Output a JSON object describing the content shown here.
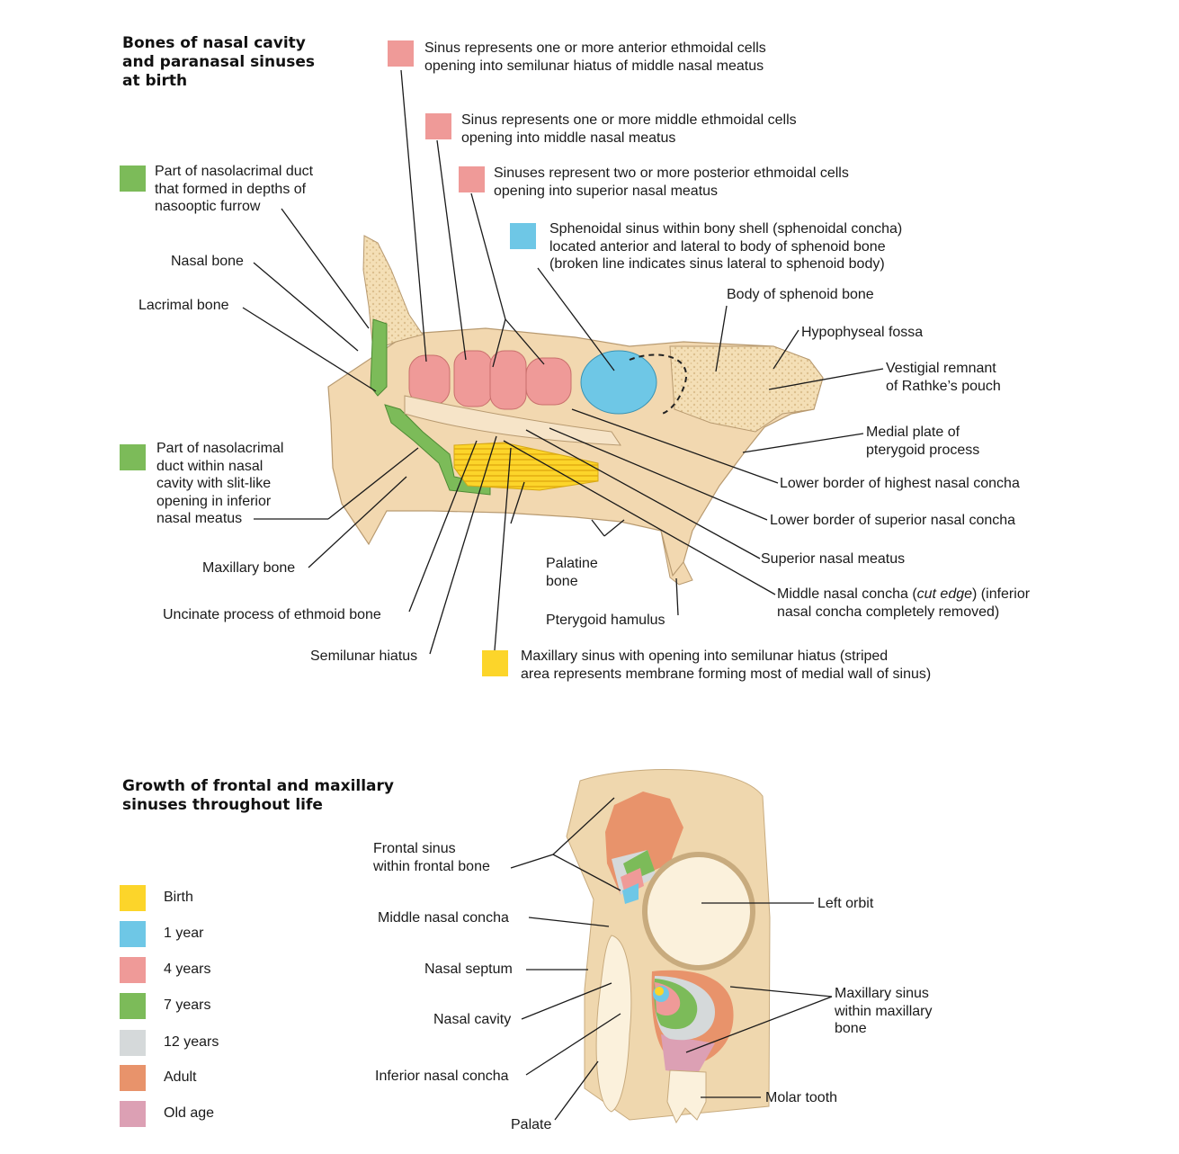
{
  "top": {
    "title": "Bones of nasal cavity\nand paranasal sinuses\nat birth",
    "legend": [
      {
        "color": "#ef9a98",
        "text": "Sinus represents one or more anterior ethmoidal cells\nopening into semilunar hiatus of middle nasal meatus"
      },
      {
        "color": "#ef9a98",
        "text": "Sinus represents one or more middle ethmoidal cells\nopening into middle nasal meatus"
      },
      {
        "color": "#ef9a98",
        "text": "Sinuses represent two or more posterior ethmoidal cells\nopening into superior nasal meatus"
      },
      {
        "color": "#6ec7e6",
        "text": "Sphenoidal sinus within bony shell (sphenoidal concha)\nlocated anterior and lateral to body of sphenoid bone\n(broken line indicates sinus lateral to sphenoid body)"
      },
      {
        "color": "#7cbb59",
        "text": "Part of nasolacrimal duct\nthat formed in depths of\nnasooptic furrow"
      },
      {
        "color": "#7cbb59",
        "text": "Part of nasolacrimal\nduct within nasal\ncavity with slit-like\nopening in inferior\nnasal meatus"
      },
      {
        "color": "#fcd52a",
        "text": "Maxillary sinus with opening into semilunar hiatus (striped\narea represents membrane forming most of medial wall of sinus)"
      }
    ],
    "labels": {
      "body_sphenoid": "Body of sphenoid bone",
      "hypophyseal": "Hypophyseal fossa",
      "rathke": "Vestigial remnant\nof Rathke’s pouch",
      "medial_plate": "Medial plate of\npterygoid process",
      "highest_concha": "Lower border of highest nasal concha",
      "superior_concha": "Lower border of superior nasal concha",
      "superior_meatus": "Superior nasal meatus",
      "middle_concha_a": "Middle nasal concha (",
      "middle_concha_cut": "cut edge",
      "middle_concha_b": ") (inferior\nnasal concha completely removed)",
      "nasal_bone": "Nasal bone",
      "lacrimal_bone": "Lacrimal bone",
      "maxillary_bone": "Maxillary bone",
      "uncinate": "Uncinate process of ethmoid bone",
      "semilunar": "Semilunar hiatus",
      "palatine": "Palatine\nbone",
      "pterygoid_hamulus": "Pterygoid hamulus"
    }
  },
  "bottom": {
    "title": "Growth of frontal and maxillary\nsinuses throughout life",
    "legend": [
      {
        "color": "#fcd52a",
        "label": "Birth"
      },
      {
        "color": "#6ec7e6",
        "label": "1 year"
      },
      {
        "color": "#ef9a98",
        "label": "4 years"
      },
      {
        "color": "#7cbb59",
        "label": "7 years"
      },
      {
        "color": "#d5d9da",
        "label": "12 years"
      },
      {
        "color": "#e8936b",
        "label": "Adult"
      },
      {
        "color": "#dca0b4",
        "label": "Old age"
      }
    ],
    "labels": {
      "frontal_sinus": "Frontal sinus\nwithin frontal bone",
      "middle_concha": "Middle nasal concha",
      "septum": "Nasal septum",
      "cavity": "Nasal cavity",
      "inferior_concha": "Inferior nasal concha",
      "palate": "Palate",
      "left_orbit": "Left orbit",
      "maxillary_sinus": "Maxillary sinus\nwithin maxillary\nbone",
      "molar": "Molar tooth"
    }
  }
}
